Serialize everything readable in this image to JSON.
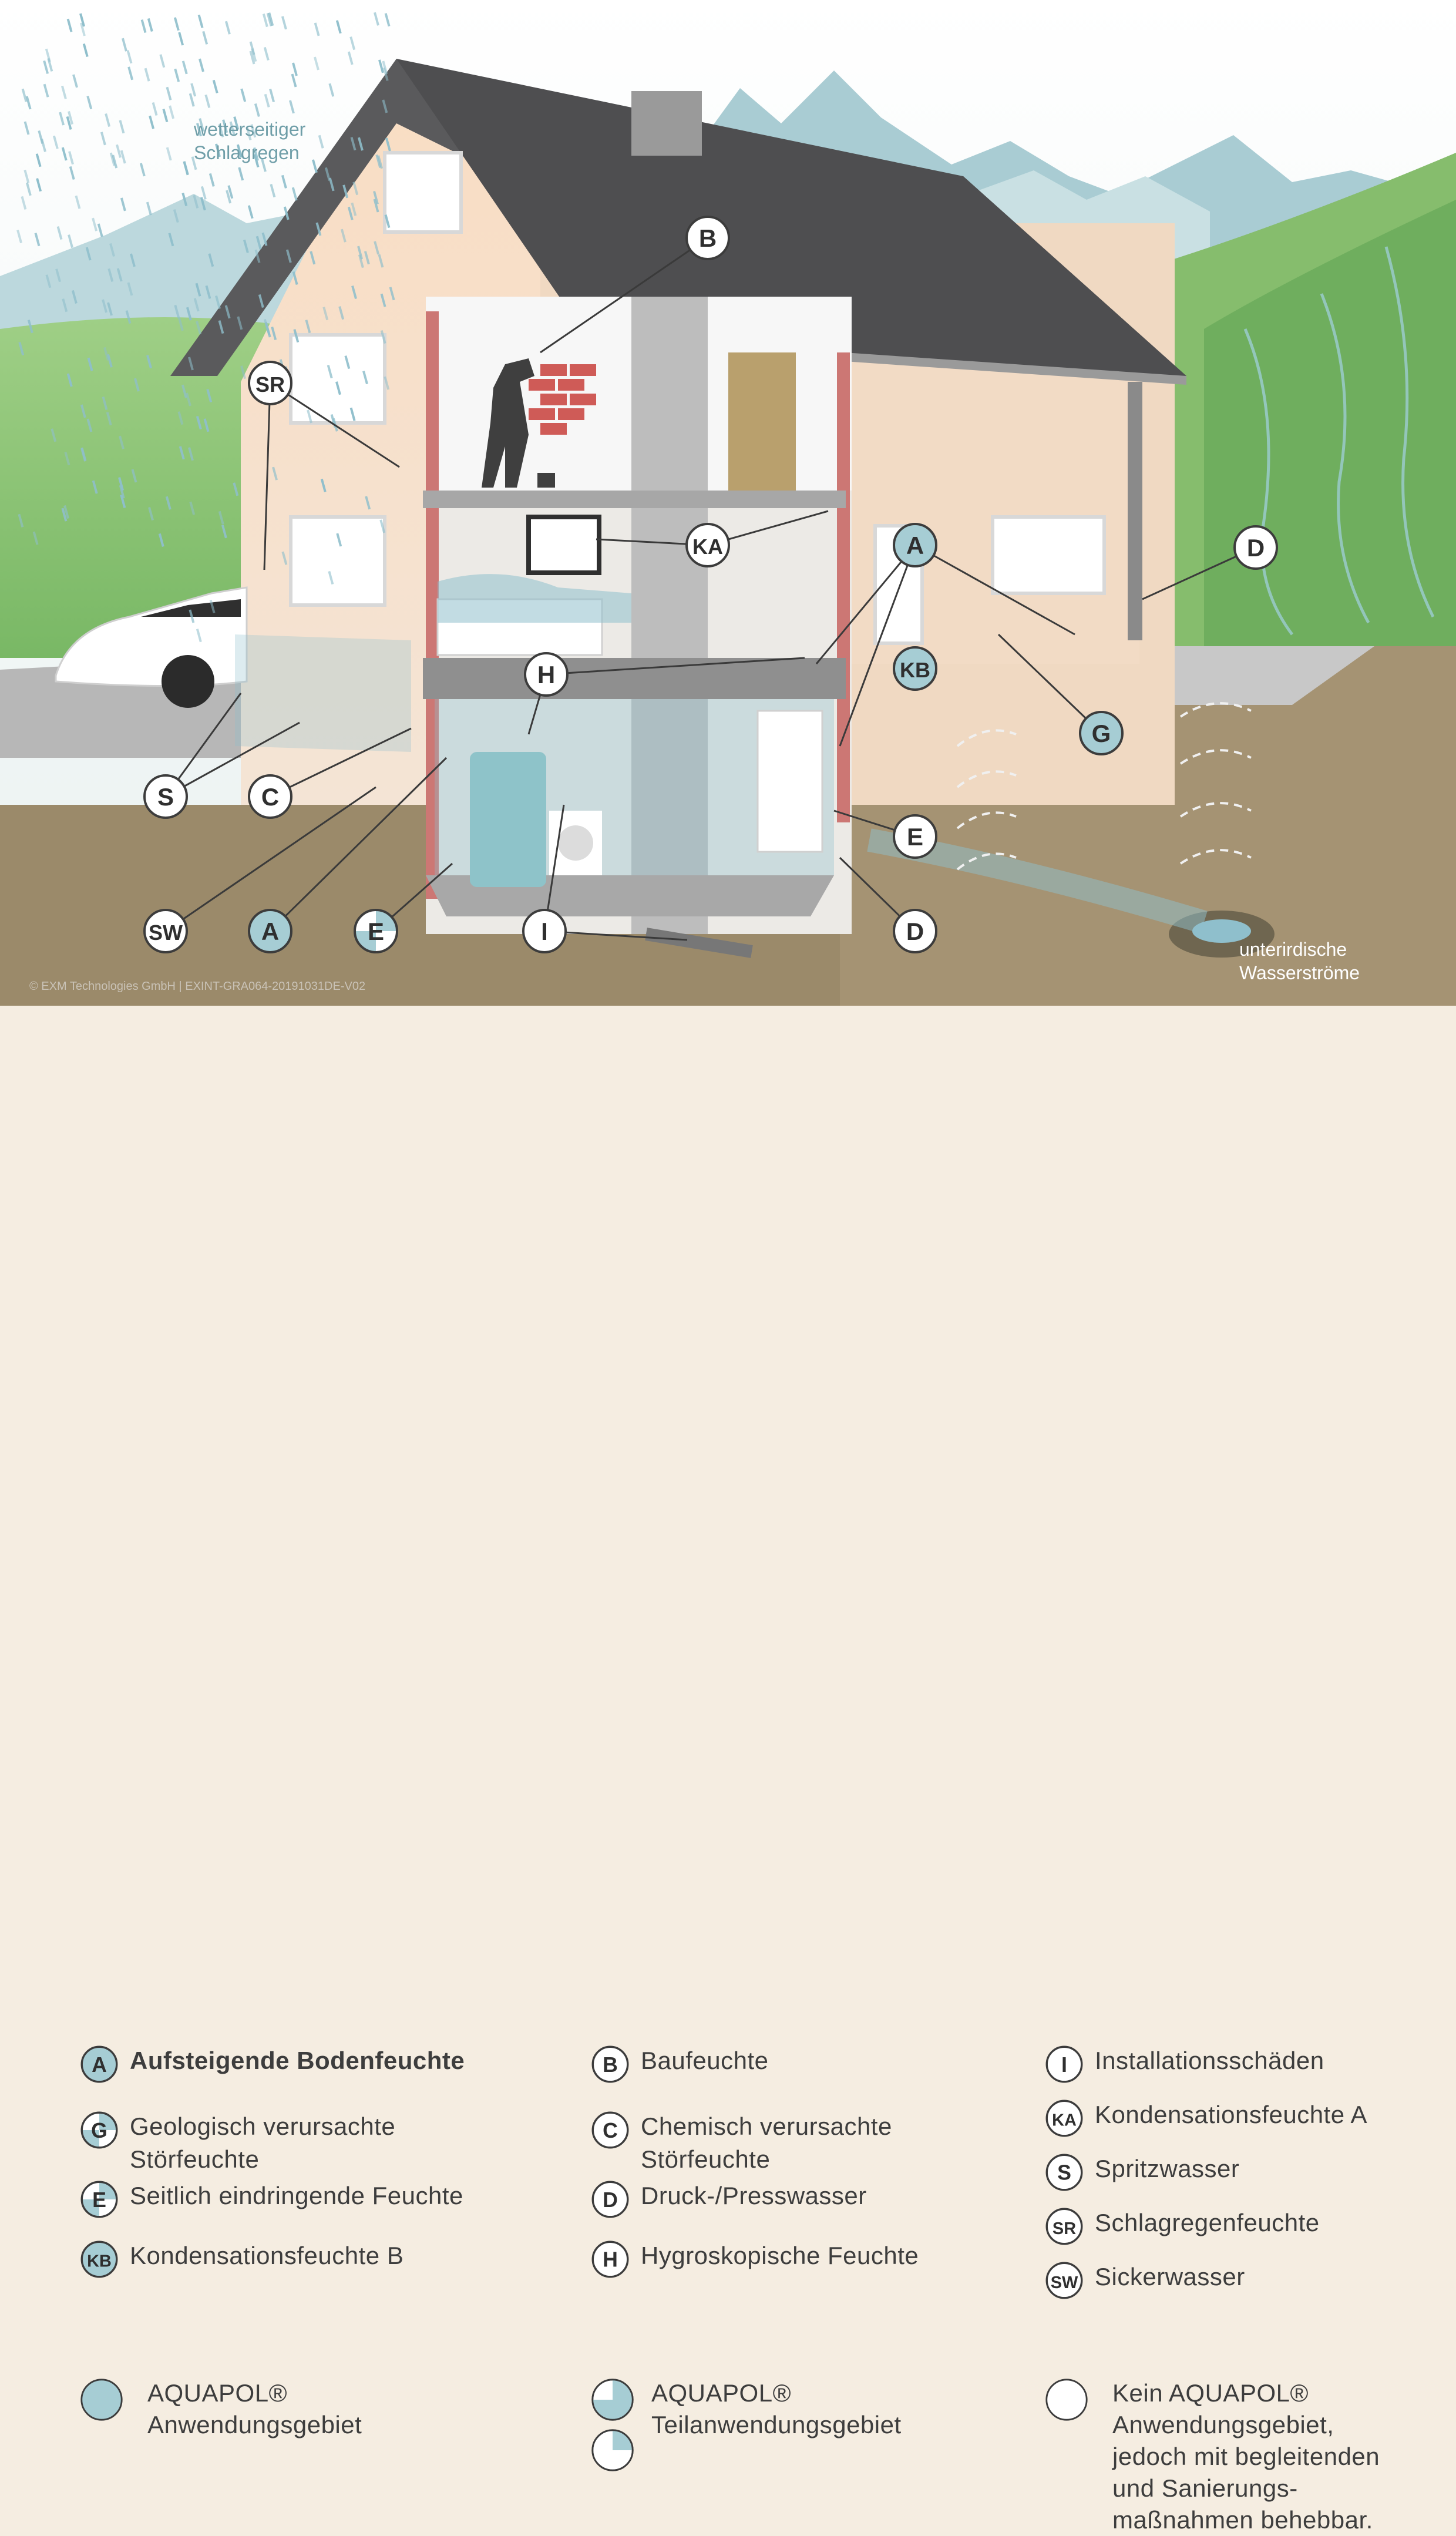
{
  "scene": {
    "rain_label": "wetterseitiger\nSchlagregen",
    "underground_label": "unterirdische\nWasserströme",
    "credit": "© EXM Technologies GmbH  | EXINT-GRA064-20191031DE-V02"
  },
  "scene_badges": [
    "B",
    "SR",
    "KA",
    "A",
    "D",
    "KB",
    "H",
    "G",
    "E",
    "S",
    "C",
    "SW",
    "A",
    "E",
    "I",
    "D"
  ],
  "legend": {
    "col1": [
      {
        "code": "A",
        "label": "Aufsteigende Bodenfeuchte",
        "fill": "full"
      },
      {
        "code": "G",
        "label": "Geologisch verursachte\nStörfeuchte",
        "fill": "partial"
      },
      {
        "code": "E",
        "label": "Seitlich eindringende Feuchte",
        "fill": "partial"
      },
      {
        "code": "KB",
        "label": "Kondensationsfeuchte B",
        "fill": "full"
      }
    ],
    "col2": [
      {
        "code": "B",
        "label": "Baufeuchte",
        "fill": "none"
      },
      {
        "code": "C",
        "label": "Chemisch verursachte\nStörfeuchte",
        "fill": "none"
      },
      {
        "code": "D",
        "label": "Druck-/Presswasser",
        "fill": "none"
      },
      {
        "code": "H",
        "label": "Hygroskopische Feuchte",
        "fill": "none"
      }
    ],
    "col3": [
      {
        "code": "I",
        "label": "Installationsschäden",
        "fill": "none"
      },
      {
        "code": "KA",
        "label": "Kondensationsfeuchte A",
        "fill": "none"
      },
      {
        "code": "S",
        "label": "Spritzwasser",
        "fill": "none"
      },
      {
        "code": "SR",
        "label": "Schlagregenfeuchte",
        "fill": "none"
      },
      {
        "code": "SW",
        "label": "Sickerwasser",
        "fill": "none"
      }
    ]
  },
  "aquapol": {
    "full": {
      "line1": "AQUAPOL®",
      "line2": "Anwendungsgebiet"
    },
    "partial": {
      "line1": "AQUAPOL®",
      "line2": "Teilanwendungsgebiet"
    },
    "none": {
      "line1": "Kein AQUAPOL®",
      "line2": "Anwendungsgebiet,\njedoch mit begleitenden\nund Sanierungs-\nmaßnahmen behebbar."
    }
  },
  "colors": {
    "full": "#a6cdd4",
    "partial": "#a6cdd4",
    "none": "#ffffff",
    "ring": "#3c3c3c",
    "text": "#3d3d3d",
    "water": "#8fbfcc",
    "ground": "#9b8a6a",
    "roof": "#5a5a5c"
  }
}
